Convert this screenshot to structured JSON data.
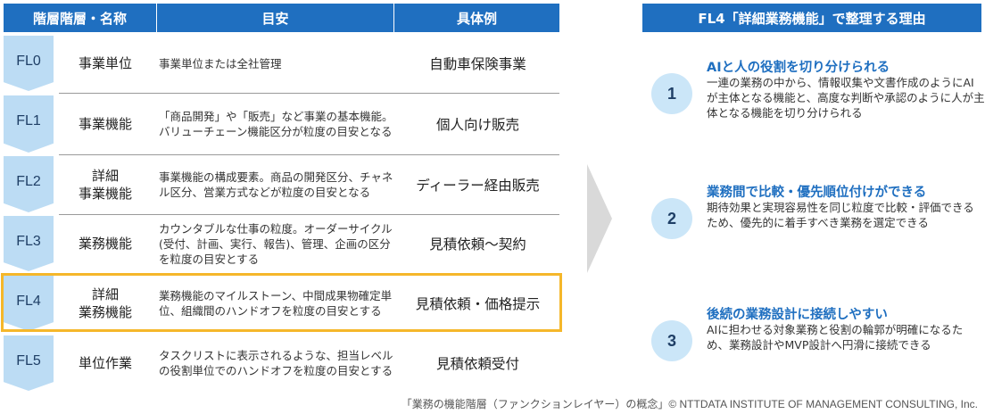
{
  "table": {
    "header_level": "階層階層・名称",
    "header_guide": "目安",
    "header_example": "具体例",
    "rows": [
      {
        "code": "FL0",
        "name": "事業単位",
        "guide": "事業単位または全社管理",
        "example": "自動車保険事業"
      },
      {
        "code": "FL1",
        "name": "事業機能",
        "guide": "「商品開発」や「販売」など事業の基本機能。バリューチェーン機能区分が粒度の目安となる",
        "example": "個人向け販売"
      },
      {
        "code": "FL2",
        "name": "詳細\n事業機能",
        "guide": "事業機能の構成要素。商品の開発区分、チャネル区分、営業方式などが粒度の目安となる",
        "example": "ディーラー経由販売"
      },
      {
        "code": "FL3",
        "name": "業務機能",
        "guide": "カウンタブルな仕事の粒度。オーダーサイクル(受付、計画、実行、報告)、管理、企画の区分を粒度の目安とする",
        "example": "見積依頼～契約"
      },
      {
        "code": "FL4",
        "name": "詳細\n業務機能",
        "guide": "業務機能のマイルストーン、中間成果物確定単位、組織間のハンドオフを粒度の目安とする",
        "example": "見積依頼・価格提示"
      },
      {
        "code": "FL5",
        "name": "単位作業",
        "guide": "タスクリストに表示されるような、担当レベルの役割単位でのハンドオフを粒度の目安とする",
        "example": "見積依頼受付"
      }
    ]
  },
  "reasons_panel": {
    "header": "FL4「詳細業務機能」で整理する理由",
    "items": [
      {
        "number": "1",
        "title": "AIと人の役割を切り分けられる",
        "body": "一連の業務の中から、情報収集や文書作成のようにAIが主体となる機能と、高度な判断や承認のように人が主体となる機能を切り分けられる"
      },
      {
        "number": "2",
        "title": "業務間で比較・優先順位付けができる",
        "body": "期待効果と実現容易性を同じ粒度で比較・評価できるため、優先的に着手すべき業務を選定できる"
      },
      {
        "number": "3",
        "title": "後続の業務設計に接続しやすい",
        "body": "AIに担わせる対象業務と役割の輪郭が明確になるため、業務設計やMVP設計へ円滑に接続できる"
      }
    ]
  },
  "footer": "「業務の機能階層（ファンクションレイヤー）の概念」© NTTDATA INSTITUTE OF MANAGEMENT CONSULTING, Inc.",
  "colors": {
    "header_blue": "#1f6fc0",
    "chevron_light_blue": "#bcdcf4",
    "highlight_orange": "#f5b72a",
    "arrow_gray": "#d9d9d9"
  }
}
